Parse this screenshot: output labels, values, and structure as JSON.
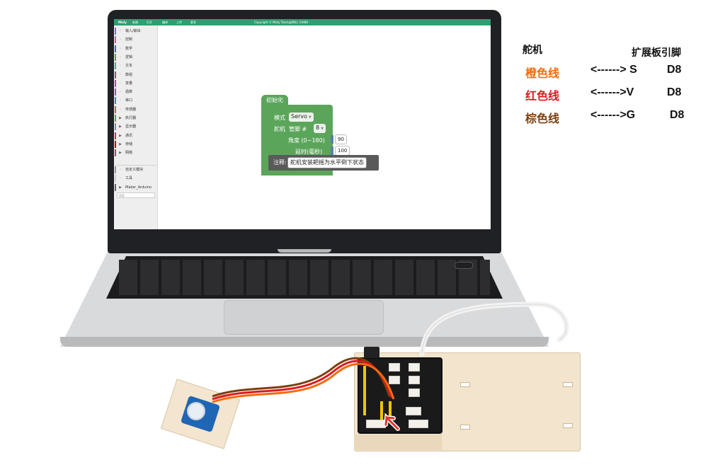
{
  "app": {
    "name": "Mixly",
    "menu": [
      "新建",
      "打开",
      "编译",
      "上传",
      "更多"
    ],
    "copyright": "Copyright © Mixly Team@BNU, CHINA"
  },
  "toolbox": {
    "categories": [
      {
        "label": "输入/输出",
        "color": "#9966cc"
      },
      {
        "label": "控制",
        "color": "#cc6699"
      },
      {
        "label": "数学",
        "color": "#5b67a5"
      },
      {
        "label": "逻辑",
        "color": "#5ba55b"
      },
      {
        "label": "文本",
        "color": "#5ba58c"
      },
      {
        "label": "数组",
        "color": "#745ba5"
      },
      {
        "label": "变量",
        "color": "#cc33cc"
      },
      {
        "label": "函数",
        "color": "#995ba5"
      },
      {
        "label": "串口",
        "color": "#5b80a5"
      },
      {
        "label": "传感器",
        "color": "#a5745b"
      },
      {
        "label": "执行器",
        "color": "#5ba55b"
      },
      {
        "label": "显示器",
        "color": "#5ba5a5"
      },
      {
        "label": "通讯",
        "color": "#cc3366"
      },
      {
        "label": "存储",
        "color": "#cc0000"
      },
      {
        "label": "网络",
        "color": "#cc3366"
      },
      {
        "label": "自定义模块",
        "color": "#999999"
      },
      {
        "label": "工具",
        "color": "#cccccc"
      },
      {
        "label": "Maker_Arduino",
        "color": "#666666"
      }
    ],
    "search_placeholder": "搜索"
  },
  "block": {
    "hat_label": "初始化",
    "mode_label": "模式",
    "mode_value": "Servo",
    "servo_label": "舵机",
    "pin_label": "管脚 #",
    "pin_value": "8",
    "angle_label": "角度 (0~180)",
    "angle_value": "90",
    "delay_label": "延时(毫秒)",
    "delay_value": "100",
    "comment_label": "注释:",
    "comment_text": "舵机安装耙摇为水平倒下状态"
  },
  "legend": {
    "servo_header": "舵机",
    "board_header": "扩展板引脚",
    "rows": [
      {
        "wire": "橙色线",
        "arrow": "<------> S",
        "pin": "D8",
        "color": "#f26b0f"
      },
      {
        "wire": "红色线",
        "arrow": "<------>V",
        "pin": "D8",
        "color": "#e0181f"
      },
      {
        "wire": "棕色线",
        "arrow": "<------>G",
        "pin": "D8",
        "color": "#7b3f10"
      }
    ]
  }
}
